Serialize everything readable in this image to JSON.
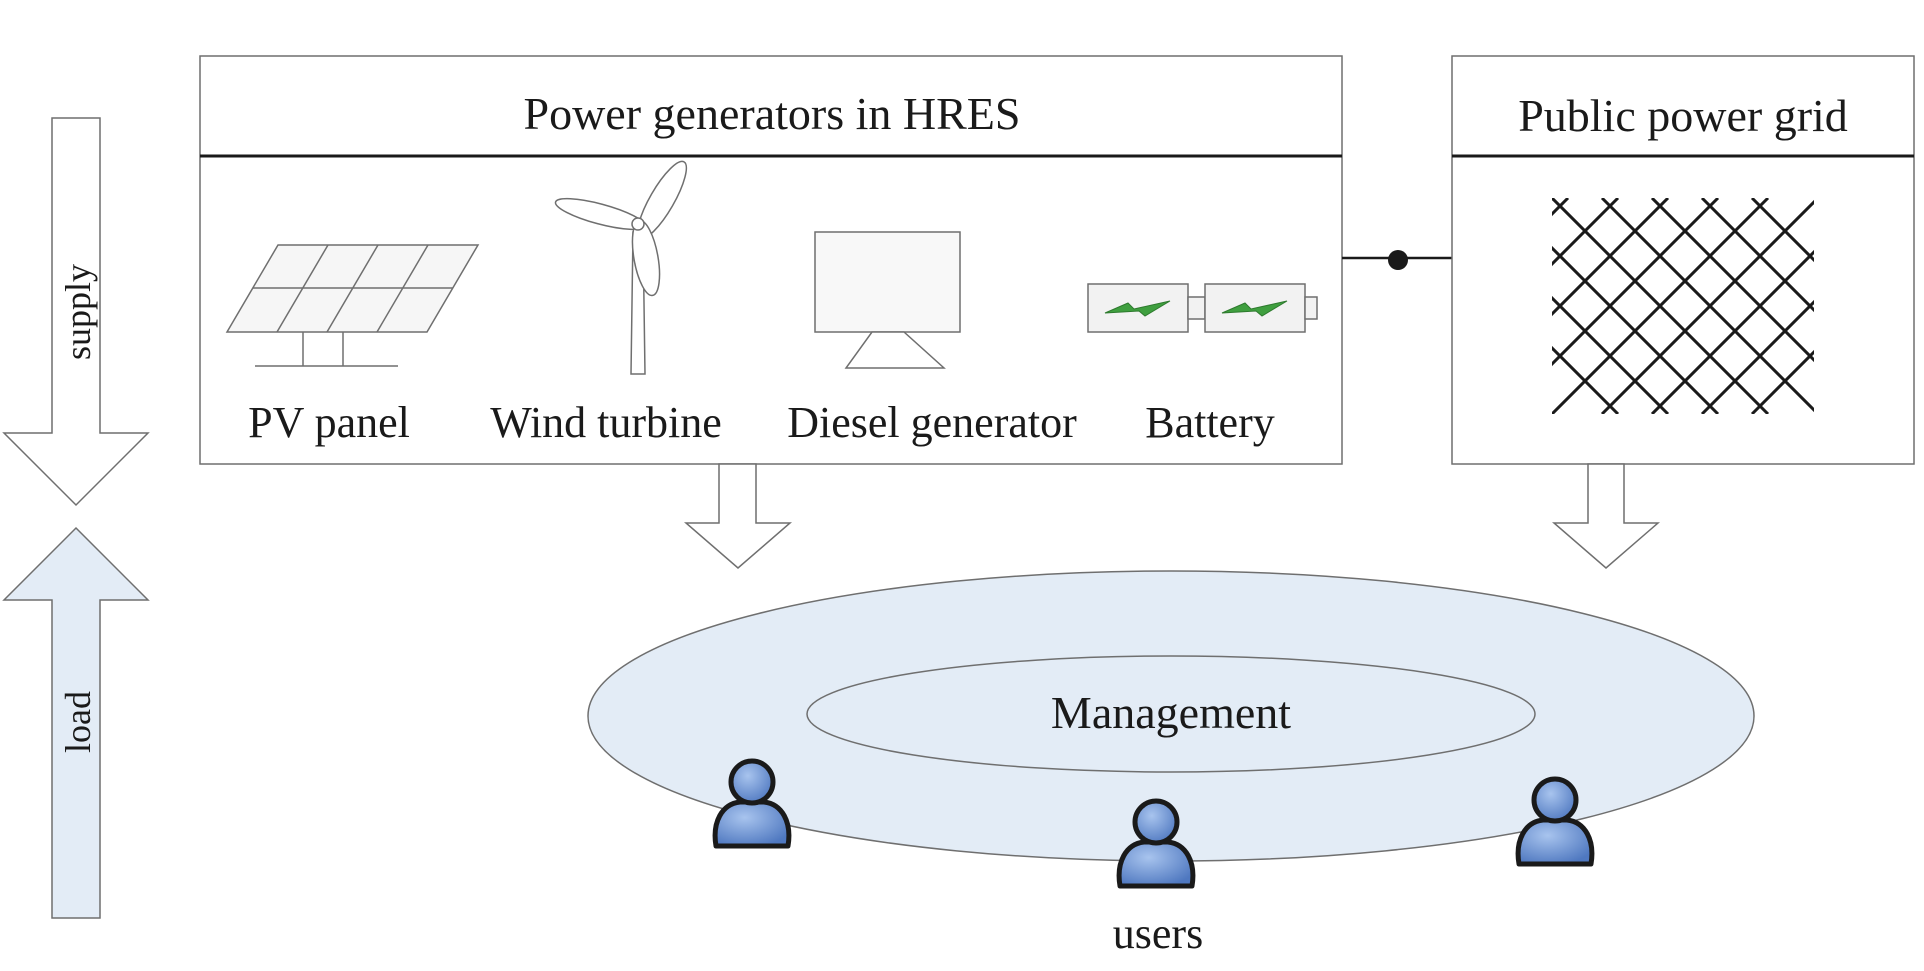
{
  "generators": {
    "title": "Power generators in HRES",
    "items": [
      {
        "label": "PV panel",
        "icon": "pv-panel-icon"
      },
      {
        "label": "Wind turbine",
        "icon": "wind-turbine-icon"
      },
      {
        "label": "Diesel generator",
        "icon": "diesel-generator-icon"
      },
      {
        "label": "Battery",
        "icon": "battery-icon"
      }
    ]
  },
  "grid": {
    "title": "Public power grid",
    "icon": "power-grid-mesh-icon"
  },
  "side_arrows": {
    "supply": "supply",
    "load": "load"
  },
  "management": {
    "label": "Management",
    "users_label": "users",
    "ring_color": "#e3ecf6",
    "user_color": "#7199d6"
  }
}
